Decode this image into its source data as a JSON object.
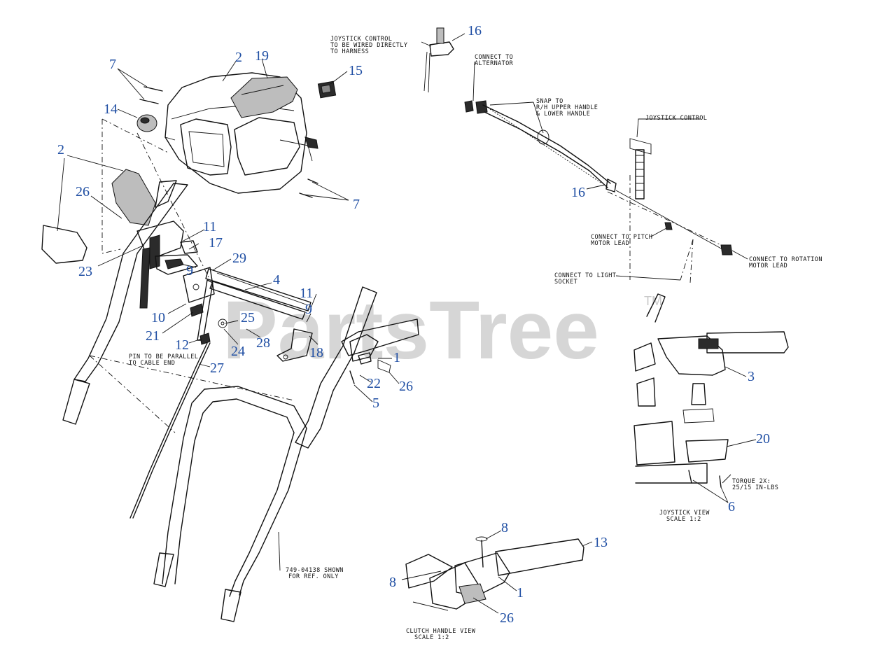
{
  "watermark": {
    "text": "PartsTree",
    "tm": "TM"
  },
  "callouts": [
    {
      "id": "c16a",
      "text": "16"
    },
    {
      "id": "c2a",
      "text": "2"
    },
    {
      "id": "c19",
      "text": "19"
    },
    {
      "id": "c15",
      "text": "15"
    },
    {
      "id": "c7a",
      "text": "7"
    },
    {
      "id": "c14",
      "text": "14"
    },
    {
      "id": "c2b",
      "text": "2"
    },
    {
      "id": "c26a",
      "text": "26"
    },
    {
      "id": "c7b",
      "text": "7"
    },
    {
      "id": "c16b",
      "text": "16"
    },
    {
      "id": "c11a",
      "text": "11"
    },
    {
      "id": "c17",
      "text": "17"
    },
    {
      "id": "c23",
      "text": "23"
    },
    {
      "id": "c9a",
      "text": "9"
    },
    {
      "id": "c29",
      "text": "29"
    },
    {
      "id": "c4",
      "text": "4"
    },
    {
      "id": "c11b",
      "text": "11"
    },
    {
      "id": "c9b",
      "text": "9"
    },
    {
      "id": "c10",
      "text": "10"
    },
    {
      "id": "c25",
      "text": "25"
    },
    {
      "id": "c21",
      "text": "21"
    },
    {
      "id": "c28",
      "text": "28"
    },
    {
      "id": "c12",
      "text": "12"
    },
    {
      "id": "c24",
      "text": "24"
    },
    {
      "id": "c18",
      "text": "18"
    },
    {
      "id": "c1a",
      "text": "1"
    },
    {
      "id": "c27",
      "text": "27"
    },
    {
      "id": "c22",
      "text": "22"
    },
    {
      "id": "c26b",
      "text": "26"
    },
    {
      "id": "c5",
      "text": "5"
    },
    {
      "id": "c3",
      "text": "3"
    },
    {
      "id": "c20",
      "text": "20"
    },
    {
      "id": "c6",
      "text": "6"
    },
    {
      "id": "c8a",
      "text": "8"
    },
    {
      "id": "c13",
      "text": "13"
    },
    {
      "id": "c8b",
      "text": "8"
    },
    {
      "id": "c1b",
      "text": "1"
    },
    {
      "id": "c26c",
      "text": "26"
    }
  ],
  "notes": {
    "joystick_wired": [
      "JOYSTICK CONTROL",
      "TO BE WIRED DIRECTLY",
      "TO HARNESS"
    ],
    "connect_alternator": [
      "CONNECT TO",
      "ALTERNATOR"
    ],
    "snap_to": [
      "SNAP TO",
      "R/H  UPPER HANDLE",
      "& LOWER HANDLE"
    ],
    "joystick_control": [
      "JOYSTICK CONTROL"
    ],
    "connect_pitch": [
      "CONNECT TO PITCH",
      "MOTOR LEAD"
    ],
    "connect_rotation": [
      "CONNECT TO ROTATION",
      "MOTOR LEAD"
    ],
    "connect_light": [
      "CONNECT TO LIGHT",
      "SOCKET"
    ],
    "pin_parallel": [
      "PIN TO BE PARALLEL",
      "TO CABLE END"
    ],
    "shown_ref": [
      "749-04138 SHOWN",
      "FOR REF. ONLY"
    ],
    "torque": [
      "TORQUE 2X:",
      "25/15 IN-LBS"
    ],
    "joystick_view": [
      "JOYSTICK VIEW",
      "SCALE 1:2"
    ],
    "clutch_view": [
      "CLUTCH HANDLE VIEW",
      "SCALE 1:2"
    ]
  }
}
